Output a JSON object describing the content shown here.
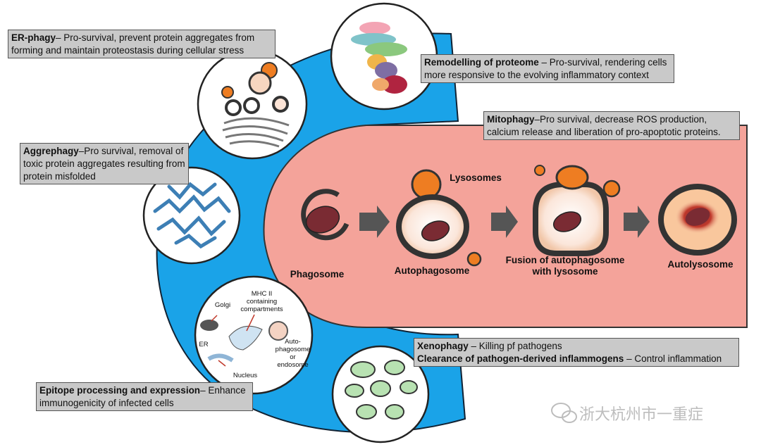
{
  "boxes": {
    "er_phagy": {
      "title": "ER-phagy",
      "text": "– Pro-survival, prevent protein aggregates from forming and maintain proteostasis during cellular stress"
    },
    "proteome": {
      "title": "Remodelling of proteome",
      "text": " – Pro-survival, rendering cells more responsive to the evolving inflammatory context"
    },
    "mitophagy": {
      "title": "Mitophagy",
      "text": "–Pro survival, decrease ROS production, calcium release and liberation of pro-apoptotic proteins."
    },
    "aggrephagy": {
      "title": "Aggrephagy",
      "text": "–Pro survival, removal of toxic protein aggregates resulting from protein misfolded"
    },
    "xenophagy": {
      "title": "Xenophagy",
      "text": " – Killing pf pathogens",
      "title2": "Clearance of pathogen-derived inflammogens",
      "text2": " – Control inflammation"
    },
    "epitope": {
      "title": "Epitope processing and expression",
      "text": "– Enhance immunogenicity of infected cells"
    }
  },
  "stages": {
    "phagosome": "Phagosome",
    "autophagosome": "Autophagosome",
    "lysosomes": "Lysosomes",
    "fusion": "Fusion of autophagosome with lysosome",
    "autolysosome": "Autolysosome"
  },
  "epitope_labels": {
    "golgi": "Golgi",
    "mhc": "MHC II containing compartments",
    "er": "ER",
    "auto": "Auto- phagosome or endosome",
    "nucleus": "Nucleus"
  },
  "watermark": "浙大杭州市一重症",
  "colors": {
    "blue": "#1aa3e8",
    "salmon": "#f4a39a",
    "orange": "#ee7d22",
    "mito": "#7a2b33",
    "box": "#c9c9c9"
  },
  "icons": [
    "arrow-right-icon",
    "wechat-icon"
  ]
}
